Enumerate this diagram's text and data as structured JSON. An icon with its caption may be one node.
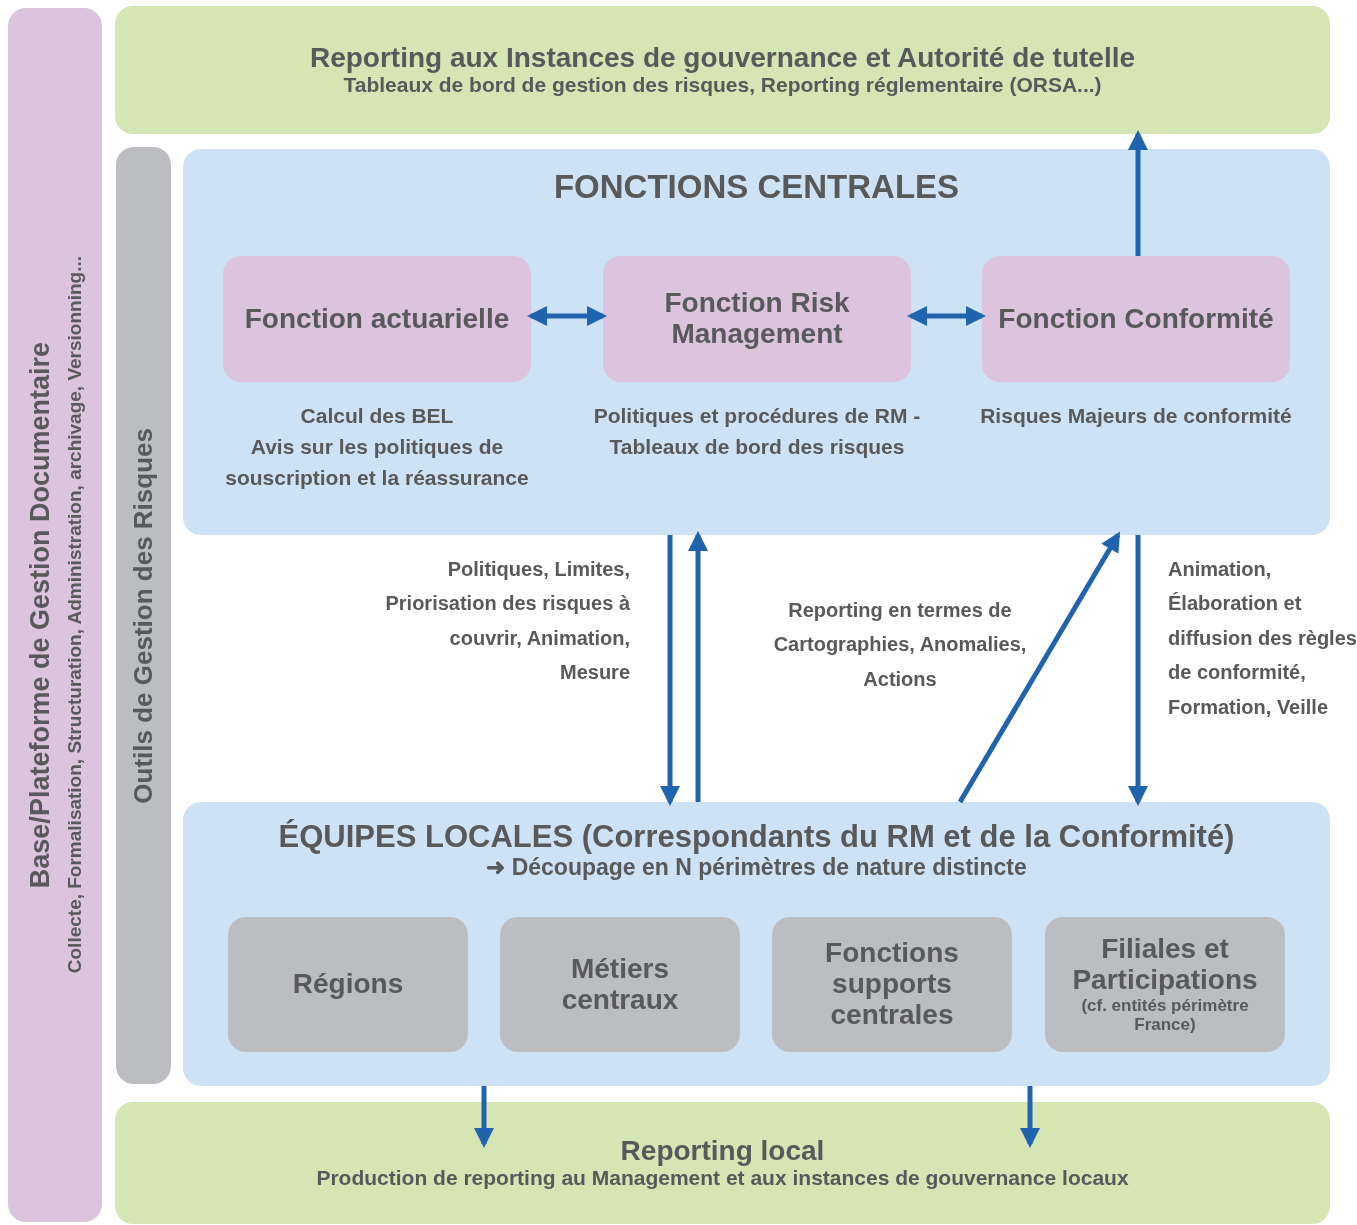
{
  "diagram": {
    "nodes": [
      {
        "text": [
          "Base/Plateforme de Gestion Documentaire",
          "Collecte, Formalisation, Structuration, Administration, archivage, Versionning..."
        ]
      },
      {
        "text": [
          "Reporting aux Instances de gouvernance et Autorité de tutelle",
          "Tableaux de bord de gestion des risques, Reporting réglementaire (ORSA...)"
        ]
      },
      {
        "text": [
          "Outils de Gestion des Risques"
        ]
      },
      {
        "text": [
          "FONCTIONS CENTRALES"
        ]
      },
      {
        "text": [
          "Fonction actuarielle"
        ],
        "in": 3,
        "beside": [
          "Calcul des BEL",
          "Avis sur les politiques de souscription et la réassurance"
        ]
      },
      {
        "text": [
          "Fonction Risk Management"
        ],
        "in": 3,
        "beside": [
          "Politiques et procédures de RM - Tableaux de bord des risques"
        ]
      },
      {
        "text": [
          "Fonction Conformité"
        ],
        "in": 3,
        "beside": [
          "Risques Majeurs de conformité"
        ]
      },
      {
        "text": [
          "ÉQUIPES LOCALES (Correspondants du RM et de la Conformité)",
          "➜ Découpage en N périmètres de nature distincte"
        ]
      },
      {
        "text": [
          "Régions"
        ],
        "in": 7
      },
      {
        "text": [
          "Métiers centraux"
        ],
        "in": 7
      },
      {
        "text": [
          "Fonctions supports centrales"
        ],
        "in": 7
      },
      {
        "text": [
          "Filiales et Participations",
          "(cf. entités périmètre France)"
        ],
        "in": 7
      },
      {
        "text": [
          "Reporting local",
          "Production de reporting au Management et aux instances de gouvernance locaux"
        ]
      }
    ],
    "edges": [
      {
        "from": 4,
        "to": 5,
        "arrow": "both"
      },
      {
        "from": 5,
        "to": 6,
        "arrow": "both"
      },
      {
        "from": 6,
        "to": 1,
        "arrow": "to"
      },
      {
        "from": 3,
        "to": 7,
        "arrow": "to",
        "label": "Politiques, Limites, Priorisation des risques à couvrir, Animation, Mesure"
      },
      {
        "from": 7,
        "to": 3,
        "arrow": "to"
      },
      {
        "from": 7,
        "to": 3,
        "arrow": "to",
        "label": "Reporting en termes de Cartographies, Anomalies, Actions"
      },
      {
        "from": 3,
        "to": 7,
        "arrow": "to",
        "label": "Animation, Élaboration et diffusion des règles de conformité, Formation, Veille"
      },
      {
        "from": 7,
        "to": 12,
        "arrow": "to"
      },
      {
        "from": 7,
        "to": 12,
        "arrow": "to"
      }
    ]
  }
}
